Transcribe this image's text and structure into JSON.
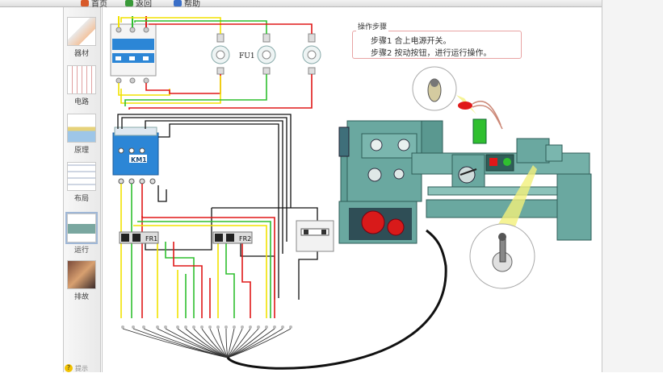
{
  "toolbar": {
    "home_label": "首页",
    "back_label": "返回",
    "help_label": "帮助"
  },
  "sidebar": {
    "items": [
      {
        "label": "器材"
      },
      {
        "label": "电路"
      },
      {
        "label": "原理"
      },
      {
        "label": "布局"
      },
      {
        "label": "运行"
      },
      {
        "label": "排故"
      }
    ]
  },
  "footer": {
    "hint_label": "提示"
  },
  "diagram": {
    "fuse_label": "FU1",
    "contactor_label": "KM1",
    "relay1_label": "FR1",
    "relay2_label": "FR2"
  },
  "steps_panel": {
    "title": "操作步骤",
    "step1": "步骤1  合上电源开关。",
    "step2": "步骤2  按动按钮，进行运行操作。"
  },
  "colors": {
    "wire_yellow": "#f2e200",
    "wire_green": "#2fbf2f",
    "wire_red": "#e01818",
    "wire_black": "#111111",
    "lathe_body": "#5f9e96",
    "accent_blue": "#2c86d6"
  }
}
